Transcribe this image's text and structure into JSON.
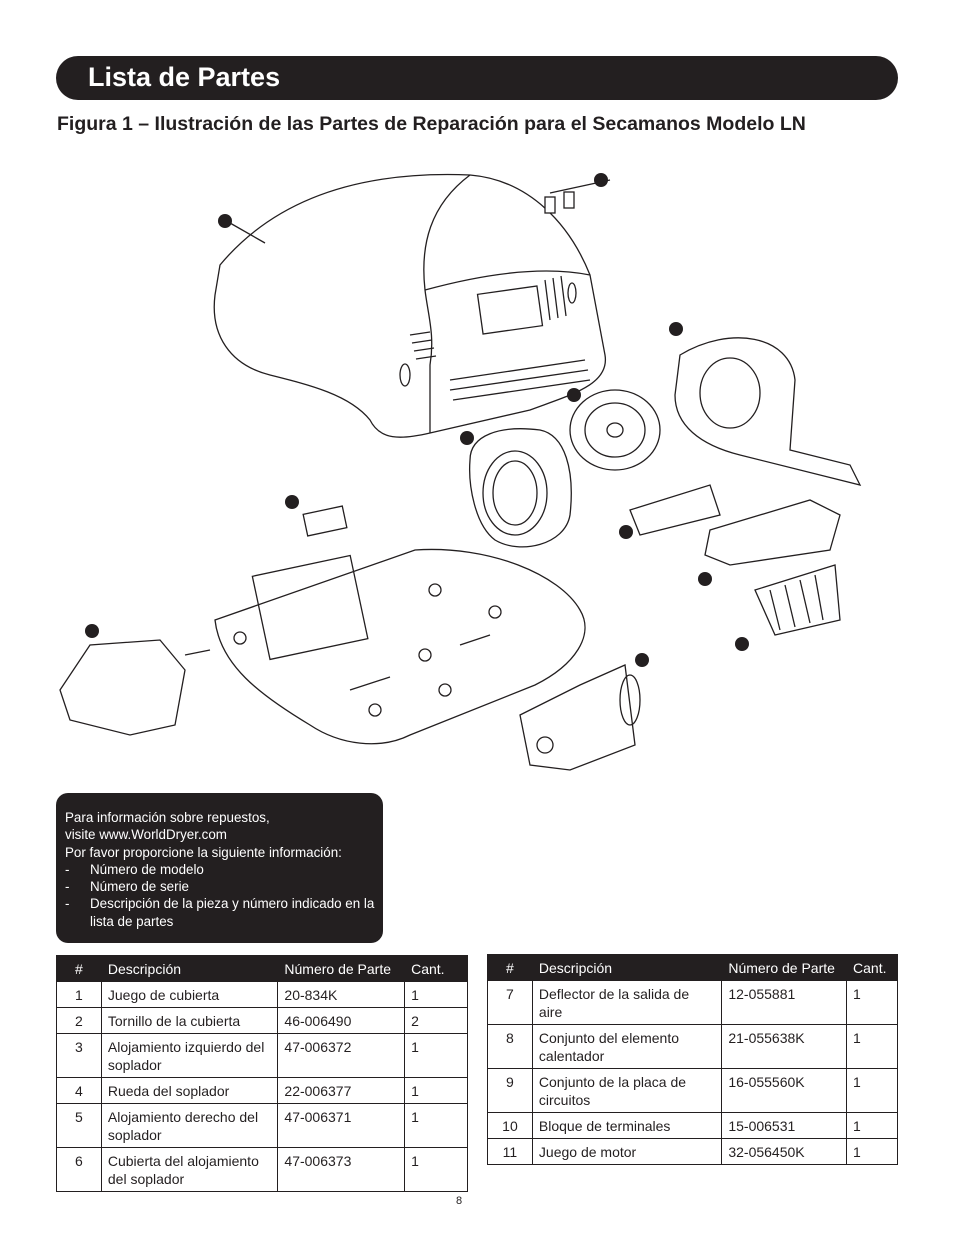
{
  "header": {
    "title": "Lista de Partes"
  },
  "figure": {
    "title": "Figura 1 – Ilustración de las Partes de Reparación para el Secamanos Modelo LN"
  },
  "info_box": {
    "lines": [
      "Para información sobre repuestos,",
      "visite www.WorldDryer.com",
      "Por favor proporcione la siguiente información:"
    ],
    "bullets": [
      "Número de modelo",
      "Número de serie",
      "Descripción de la pieza y número indicado en la lista de partes"
    ]
  },
  "table_headers": [
    "#",
    "Descripción",
    "Número de Parte",
    "Cant."
  ],
  "parts_left": [
    {
      "num": "1",
      "desc": "Juego de cubierta",
      "part": "20-834K",
      "qty": "1"
    },
    {
      "num": "2",
      "desc": "Tornillo de la cubierta",
      "part": "46-006490",
      "qty": "2"
    },
    {
      "num": "3",
      "desc": "Alojamiento izquierdo del soplador",
      "part": "47-006372",
      "qty": "1"
    },
    {
      "num": "4",
      "desc": "Rueda del soplador",
      "part": "22-006377",
      "qty": "1"
    },
    {
      "num": "5",
      "desc": "Alojamiento derecho del soplador",
      "part": "47-006371",
      "qty": "1"
    },
    {
      "num": "6",
      "desc": "Cubierta del alojamiento del soplador",
      "part": "47-006373",
      "qty": "1"
    }
  ],
  "parts_right": [
    {
      "num": "7",
      "desc": "Deflector de la salida de aire",
      "part": "12-055881",
      "qty": "1"
    },
    {
      "num": "8",
      "desc": "Conjunto del elemento calentador",
      "part": "21-055638K",
      "qty": "1"
    },
    {
      "num": "9",
      "desc": "Conjunto de la placa de circuitos",
      "part": "16-055560K",
      "qty": "1"
    },
    {
      "num": "10",
      "desc": "Bloque de terminales",
      "part": "15-006531",
      "qty": "1"
    },
    {
      "num": "11",
      "desc": "Juego de motor",
      "part": "32-056450K",
      "qty": "1"
    }
  ],
  "page_number": "8"
}
